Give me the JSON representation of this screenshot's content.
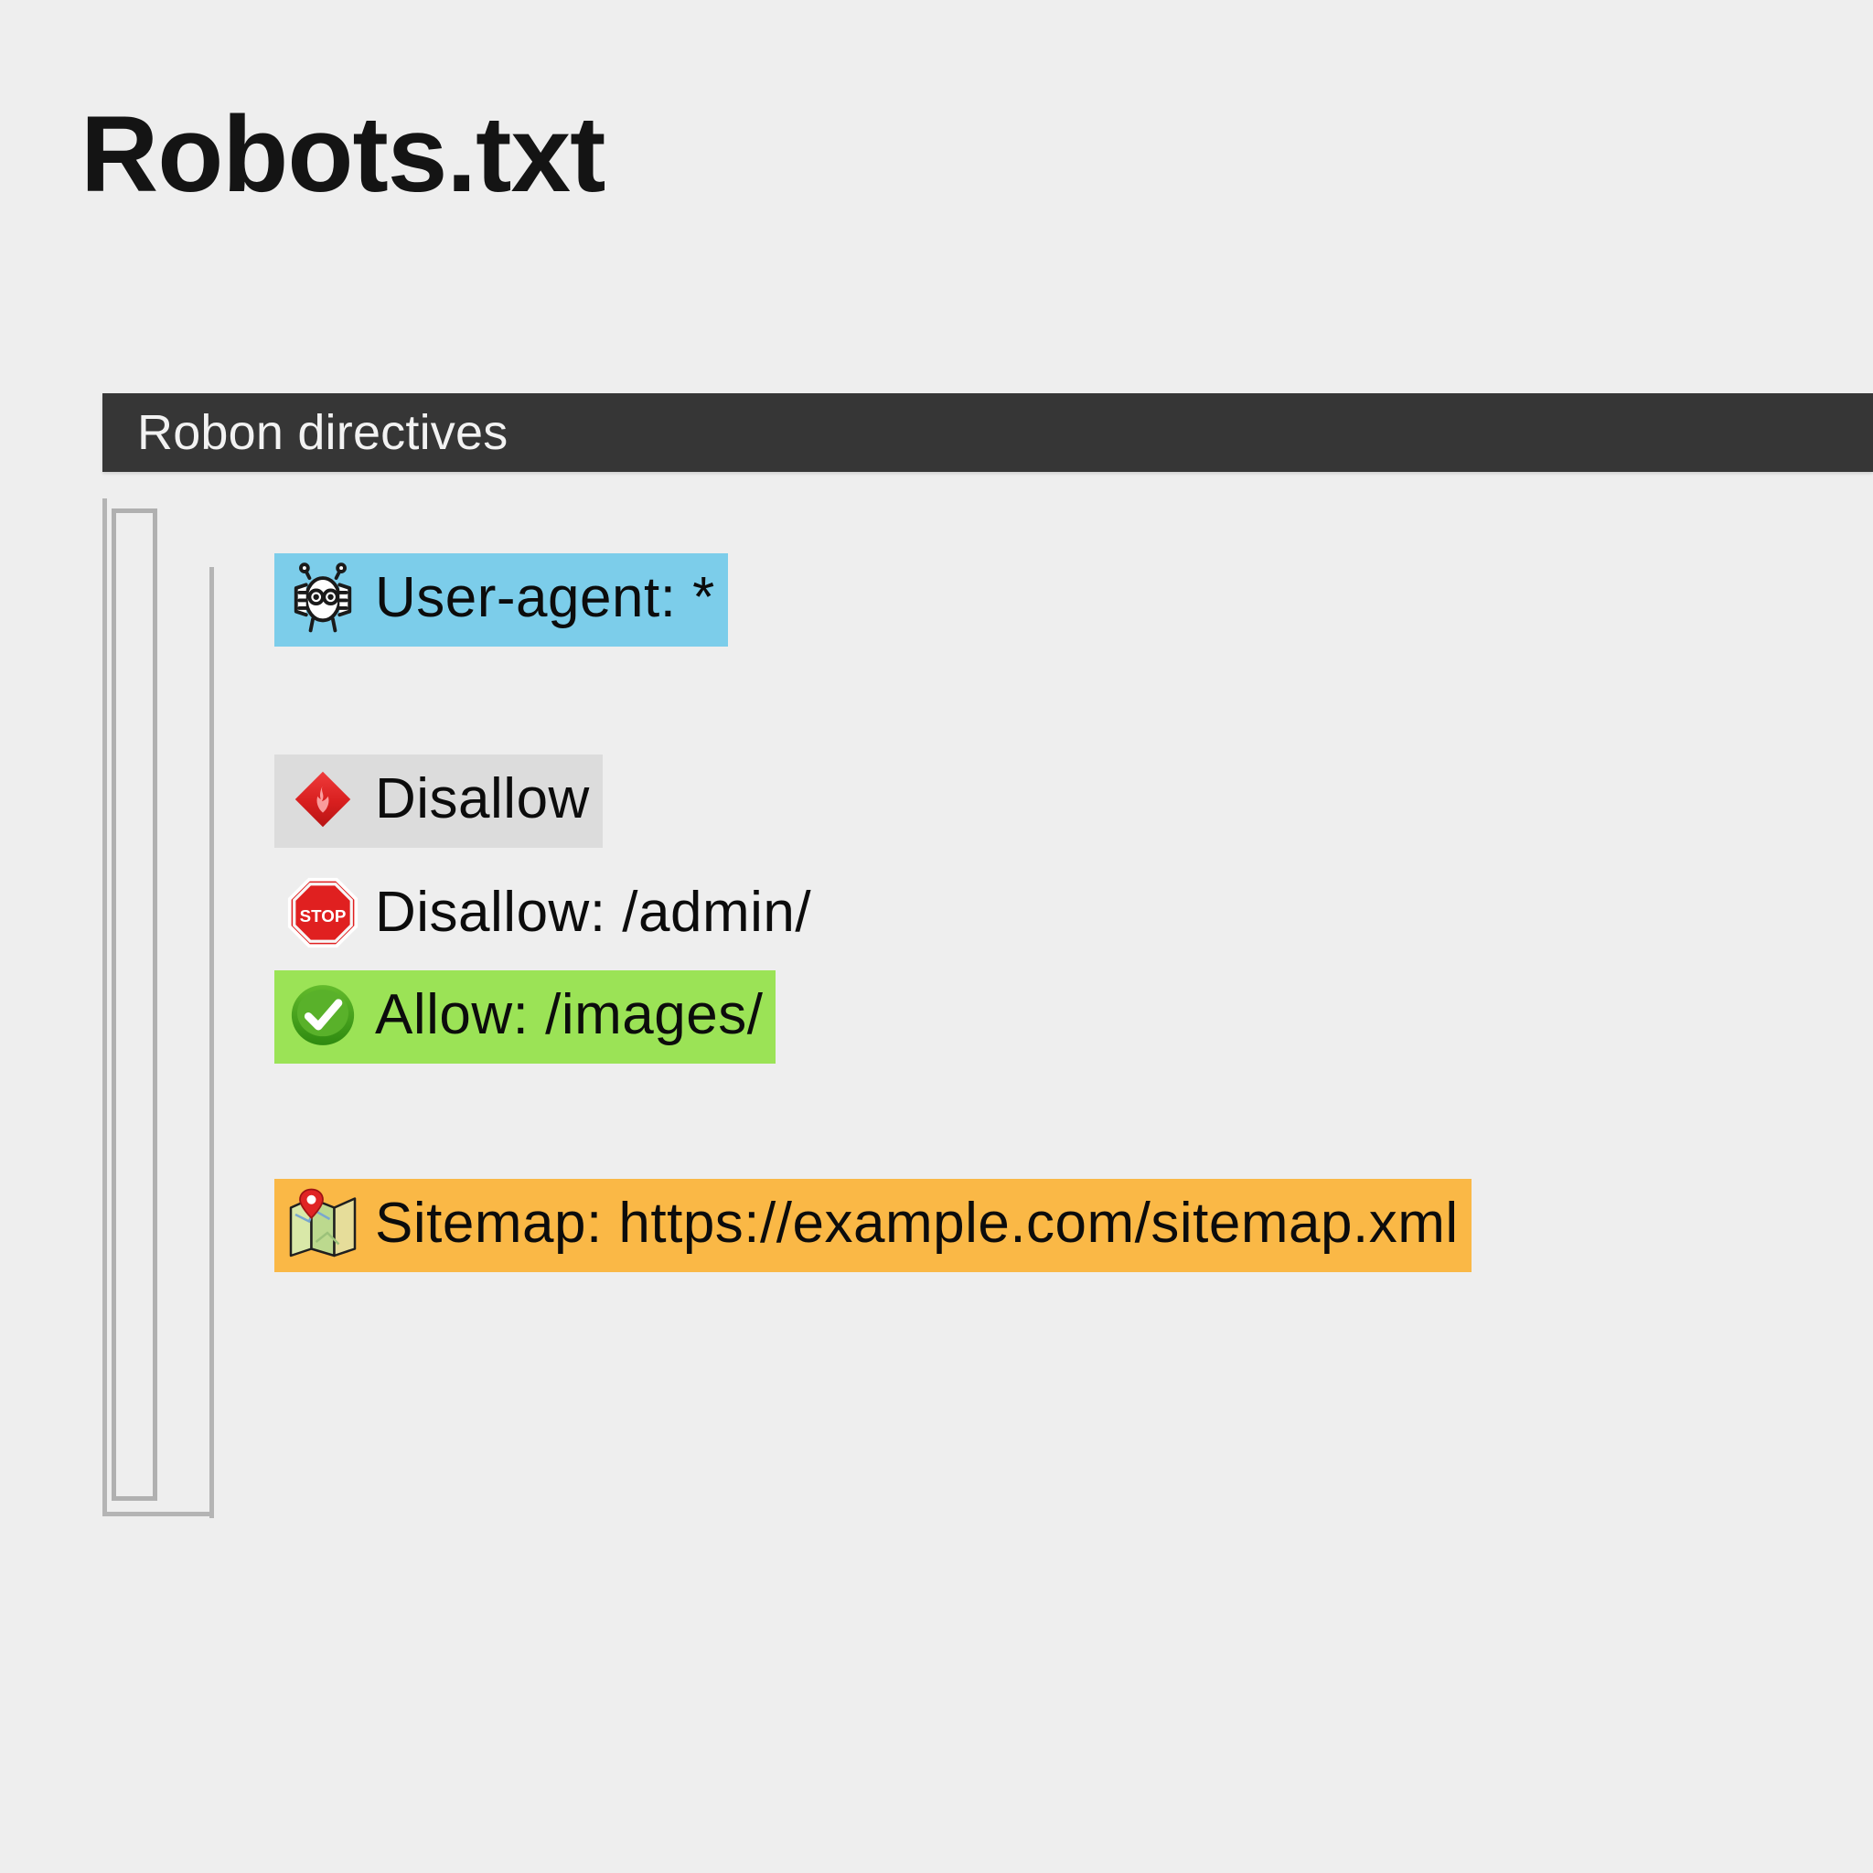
{
  "page": {
    "title": "Robots.txt",
    "background_color": "#eeeeee"
  },
  "header": {
    "label": "Robon directives",
    "background_color": "#363636",
    "text_color": "#f2f2f2"
  },
  "colors": {
    "accent_blue": "#7ccdea",
    "accent_gray": "#dcdcdc",
    "accent_green": "#9be356",
    "accent_orange": "#fab846",
    "rail": "#b4b4b4",
    "text": "#0c0c0c"
  },
  "directives": [
    {
      "id": "user-agent",
      "icon": "robot-icon",
      "text": "User-agent:  *",
      "highlight": "#7ccdea"
    },
    {
      "id": "disallow-heading",
      "icon": "red-diamond-icon",
      "text": "Disallow",
      "highlight": "#dcdcdc"
    },
    {
      "id": "disallow-admin",
      "icon": "stop-sign-icon",
      "text": "Disallow:  /admin/",
      "highlight": "none"
    },
    {
      "id": "allow-images",
      "icon": "green-check-icon",
      "text": "Allow:  /images/",
      "highlight": "#9be356"
    },
    {
      "id": "sitemap",
      "icon": "map-icon",
      "text": "Sitemap: https://example.com/sitemap.xml",
      "highlight": "#fab846"
    }
  ]
}
